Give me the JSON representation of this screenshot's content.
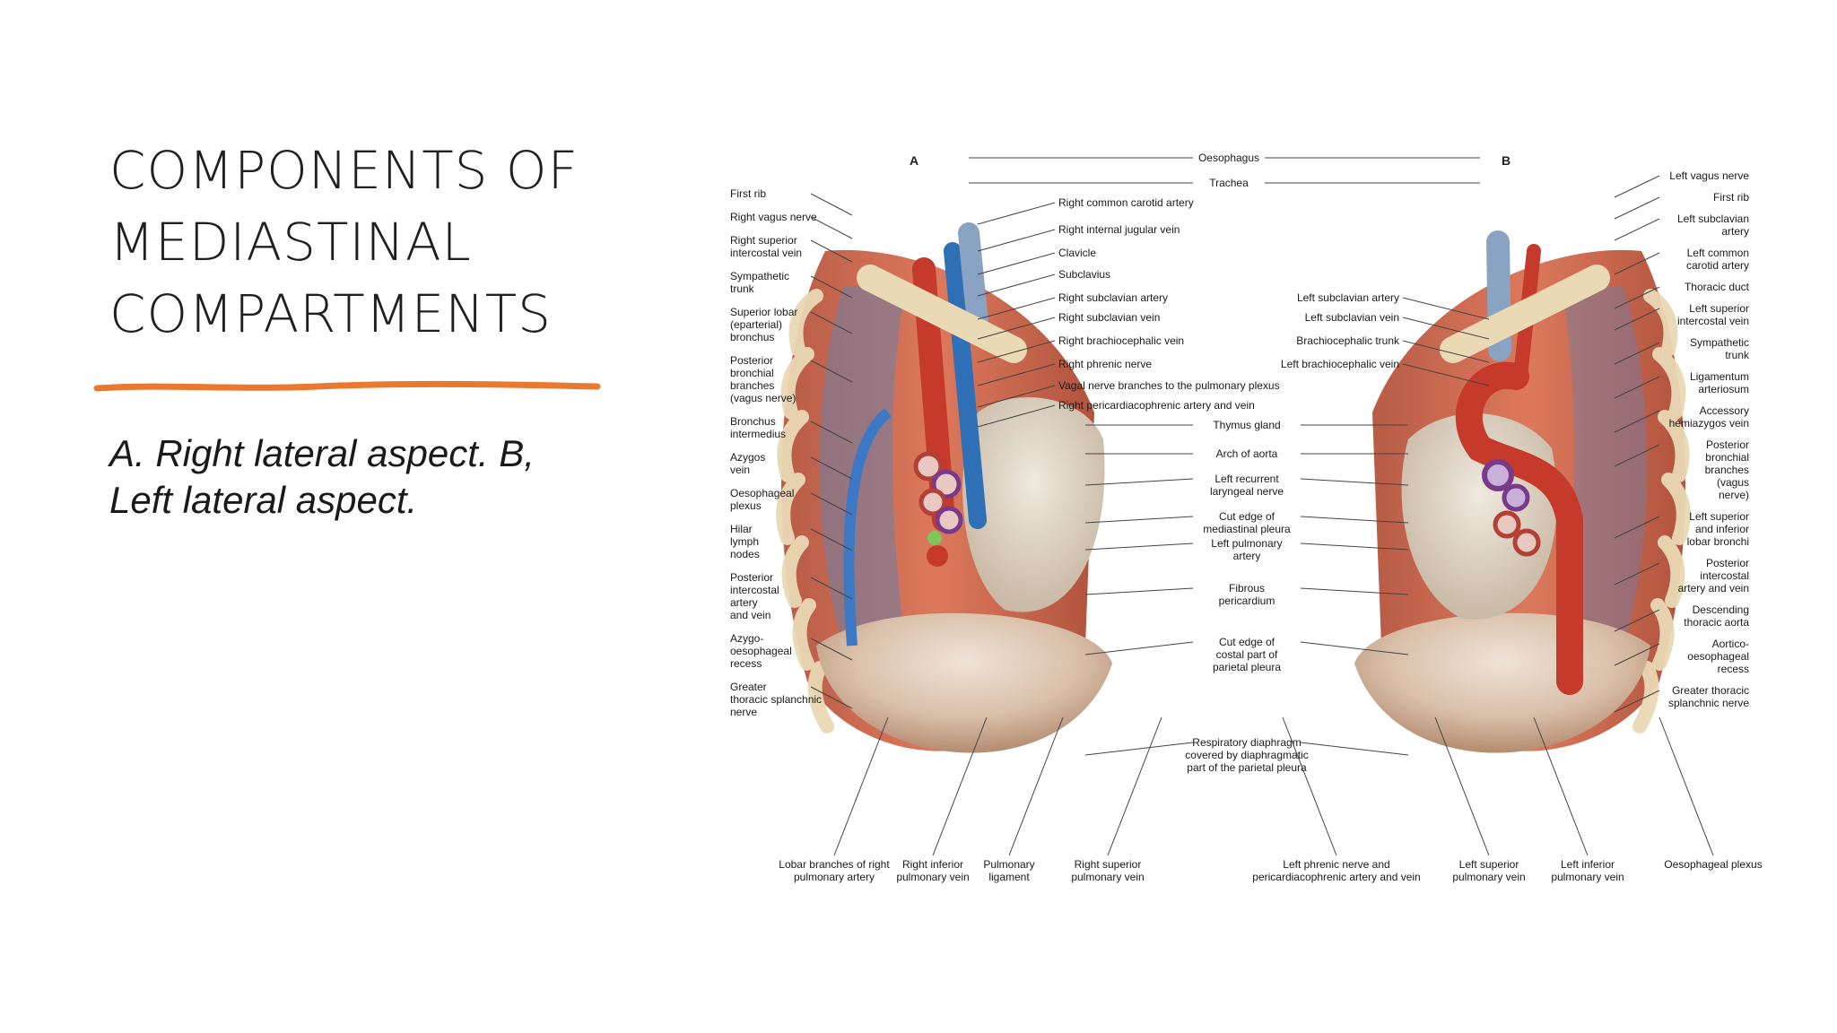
{
  "slide": {
    "title_lines": [
      "COMPONENTS OF",
      "MEDIASTINAL",
      "COMPARTMENTS"
    ],
    "subtitle_lines": [
      "A. Right lateral aspect. B,",
      "Left lateral aspect."
    ],
    "accent_color": "#e8792f"
  },
  "figure": {
    "panel_a": "A",
    "panel_b": "B",
    "center_labels": [
      [
        "Oesophagus"
      ],
      [
        "Trachea"
      ],
      [
        "Right common carotid artery"
      ],
      [
        "Right internal jugular vein"
      ],
      [
        "Clavicle"
      ],
      [
        "Subclavius"
      ],
      [
        "Right subclavian artery"
      ],
      [
        "Right subclavian vein"
      ],
      [
        "Right brachiocephalic vein"
      ],
      [
        "Right phrenic nerve"
      ],
      [
        "Vagal nerve branches to the pulmonary plexus"
      ],
      [
        "Right pericardiacophrenic artery and vein"
      ],
      [
        "Left subclavian artery"
      ],
      [
        "Left subclavian vein"
      ],
      [
        "Brachiocephalic trunk"
      ],
      [
        "Left brachiocephalic vein"
      ],
      [
        "Thymus gland"
      ],
      [
        "Arch of aorta"
      ],
      [
        "Left recurrent",
        "laryngeal nerve"
      ],
      [
        "Cut edge of",
        "mediastinal pleura"
      ],
      [
        "Left pulmonary",
        "artery"
      ],
      [
        "Fibrous",
        "pericardium"
      ],
      [
        "Cut edge of",
        "costal part of",
        "parietal pleura"
      ],
      [
        "Respiratory diaphragm",
        "covered by diaphragmatic",
        "part of the parietal pleura"
      ]
    ],
    "left_labels": [
      [
        "First rib"
      ],
      [
        "Right vagus nerve"
      ],
      [
        "Right superior",
        "intercostal vein"
      ],
      [
        "Sympathetic",
        "trunk"
      ],
      [
        "Superior lobar",
        "(eparterial)",
        "bronchus"
      ],
      [
        "Posterior",
        "bronchial",
        "branches",
        "(vagus nerve)"
      ],
      [
        "Bronchus",
        "intermedius"
      ],
      [
        "Azygos",
        "vein"
      ],
      [
        "Oesophageal",
        "plexus"
      ],
      [
        "Hilar",
        "lymph",
        "nodes"
      ],
      [
        "Posterior",
        "intercostal",
        "artery",
        "and vein"
      ],
      [
        "Azygo-",
        "oesophageal",
        "recess"
      ],
      [
        "Greater",
        "thoracic splanchnic",
        "nerve"
      ]
    ],
    "right_labels": [
      [
        "Left vagus nerve"
      ],
      [
        "First rib"
      ],
      [
        "Left subclavian",
        "artery"
      ],
      [
        "Left common",
        "carotid artery"
      ],
      [
        "Thoracic duct"
      ],
      [
        "Left superior",
        "intercostal vein"
      ],
      [
        "Sympathetic",
        "trunk"
      ],
      [
        "Ligamentum",
        "arteriosum"
      ],
      [
        "Accessory",
        "hemiazygos vein"
      ],
      [
        "Posterior",
        "bronchial",
        "branches",
        "(vagus",
        "nerve)"
      ],
      [
        "Left superior",
        "and inferior",
        "lobar bronchi"
      ],
      [
        "Posterior",
        "intercostal",
        "artery and vein"
      ],
      [
        "Descending",
        "thoracic aorta"
      ],
      [
        "Aortico-",
        "oesophageal",
        "recess"
      ],
      [
        "Greater thoracic",
        "splanchnic nerve"
      ]
    ],
    "bottom_labels": [
      [
        "Lobar branches of right",
        "pulmonary artery"
      ],
      [
        "Right inferior",
        "pulmonary vein"
      ],
      [
        "Pulmonary",
        "ligament"
      ],
      [
        "Right superior",
        "pulmonary vein"
      ],
      [
        "Left phrenic nerve and",
        "pericardiacophrenic artery and vein"
      ],
      [
        "Left superior",
        "pulmonary vein"
      ],
      [
        "Left inferior",
        "pulmonary vein"
      ],
      [
        "Oesophageal plexus"
      ]
    ]
  }
}
